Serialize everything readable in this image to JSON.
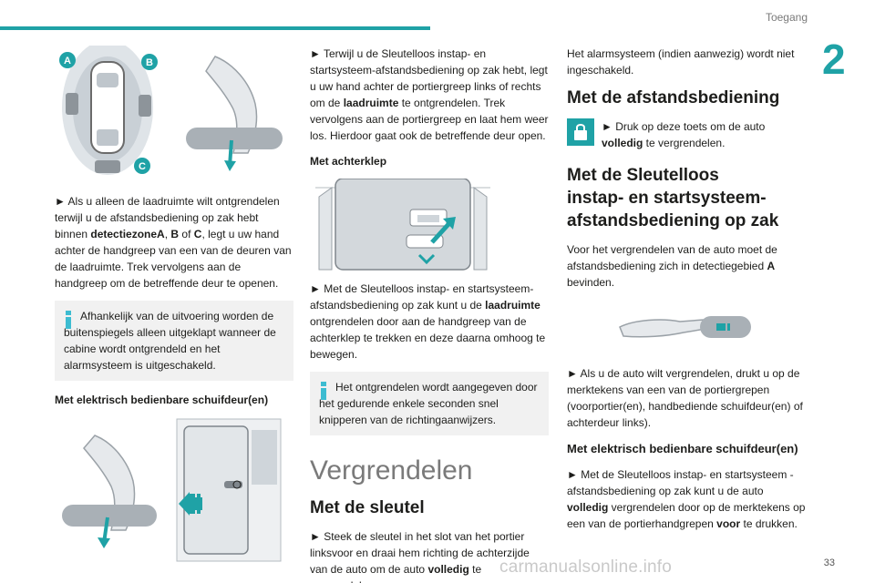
{
  "header": {
    "section": "Toegang",
    "chapter": "2"
  },
  "footer": {
    "page": "33",
    "watermark": "carmanualsonline.info"
  },
  "col1": {
    "fig1_labels": [
      "A",
      "B",
      "C"
    ],
    "p1_a": "► Als u alleen de laadruimte wilt ontgrendelen terwijl u de afstandsbediening op zak hebt binnen ",
    "p1_b": "detectiezoneA",
    "p1_c": ", ",
    "p1_d": "B",
    "p1_e": " of ",
    "p1_f": "C",
    "p1_g": ", legt u uw hand achter de handgreep van een van de deuren van de laadruimte. Trek vervolgens aan de handgreep om de betreffende deur te openen.",
    "info1": "Afhankelijk van de uitvoering worden de buitenspiegels alleen uitgeklapt wanneer de cabine wordt ontgrendeld en het alarmsysteem is uitgeschakeld.",
    "heading": "Met elektrisch bedienbare schuifdeur(en)"
  },
  "col2": {
    "p1_a": "► Terwijl u de Sleutelloos instap- en startsysteem-afstandsbediening op zak hebt, legt u uw hand achter de portiergreep links of rechts om de ",
    "p1_b": "laadruimte",
    "p1_c": " te ontgrendelen. Trek vervolgens aan de portiergreep en laat hem weer los. Hierdoor gaat ook de betreffende deur open.",
    "heading1": "Met achterklep",
    "p2_a": "► Met de Sleutelloos instap- en startsysteem-afstandsbediening op zak kunt u de ",
    "p2_b": "laadruimte",
    "p2_c": " ontgrendelen door aan de handgreep van de achterklep te trekken en deze daarna omhoog te bewegen.",
    "info2": "Het ontgrendelen wordt aangegeven door het gedurende enkele seconden snel knipperen van de richtingaanwijzers.",
    "title": "Vergrendelen",
    "heading2": "Met de sleutel",
    "p3_a": "► Steek de sleutel in het slot van het portier linksvoor en draai hem richting de achterzijde van de auto om de auto ",
    "p3_b": "volledig",
    "p3_c": " te vergrendelen."
  },
  "col3": {
    "p1": "Het alarmsysteem (indien aanwezig) wordt niet ingeschakeld.",
    "heading1": "Met de afstandsbediening",
    "p2_a": "► Druk op deze toets om de auto ",
    "p2_b": "volledig",
    "p2_c": " te vergrendelen.",
    "heading2_l1": "Met de  Sleutelloos",
    "heading2_l2": "instap- en startsysteem-",
    "heading2_l3": "afstandsbediening op zak",
    "p3_a": "Voor het vergrendelen van de auto moet de afstandsbediening zich in detectiegebied ",
    "p3_b": "A",
    "p3_c": " bevinden.",
    "p4": "► Als u de auto wilt vergrendelen, drukt u op de merktekens van een van de portiergrepen (voorportier(en), handbediende schuifdeur(en) of achterdeur links).",
    "heading3": "Met elektrisch bedienbare schuifdeur(en)",
    "p5_a": "► Met de Sleutelloos instap- en startsysteem -afstandsbediening op zak kunt u de auto ",
    "p5_b": "volledig",
    "p5_c": " vergrendelen door op de merktekens op een van de portierhandgrepen ",
    "p5_d": "voor",
    "p5_e": " te drukken."
  },
  "colors": {
    "accent": "#1fa2a6",
    "info_bg": "#f1f1f1",
    "info_icon": "#3dbcd1",
    "title_gray": "#7a7a7a"
  },
  "icons": [
    "info-icon",
    "lock-button-icon",
    "arrow-icon"
  ]
}
